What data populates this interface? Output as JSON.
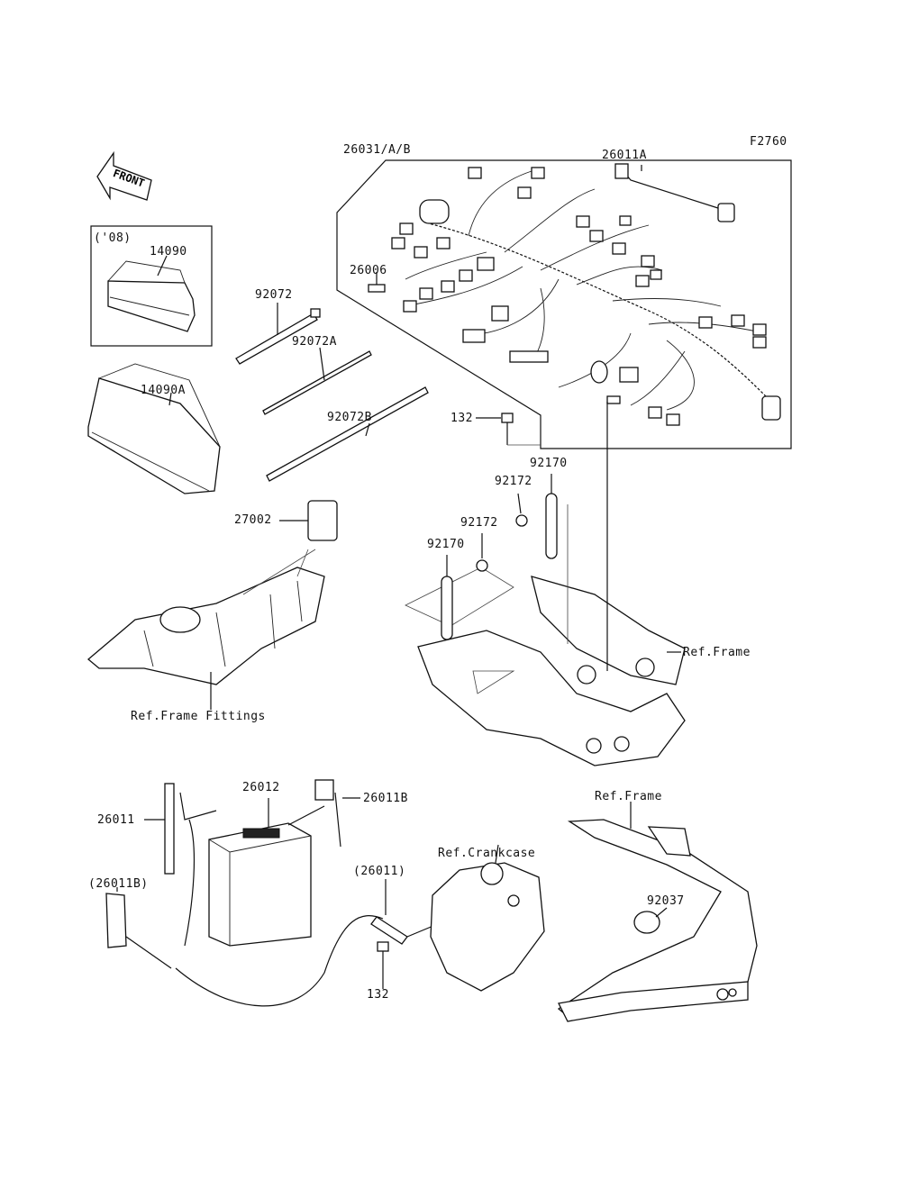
{
  "figure_code": "F2760",
  "front_arrow_text": "FRONT",
  "callouts": {
    "harness": "26031/A/B",
    "lead_26011A": "26011A",
    "year_note": "('08)",
    "cover_14090": "14090",
    "cover_14090A": "14090A",
    "band_92072": "92072",
    "band_92072A": "92072A",
    "band_92072B": "92072B",
    "fuse_26006": "26006",
    "bolt_132_top": "132",
    "strap_92170_right": "92170",
    "clamp_92172_upper": "92172",
    "clamp_92172_lower": "92172",
    "strap_92170_left": "92170",
    "relay_27002": "27002",
    "ref_frame_right": "Ref.Frame",
    "ref_frame_fittings": "Ref.Frame Fittings",
    "battery_26012": "26012",
    "lead_26011": "26011",
    "lead_26011B": "26011B",
    "lead_26011_paren": "(26011)",
    "lead_26011B_paren": "(26011B)",
    "ref_crankcase": "Ref.Crankcase",
    "ref_frame_bottom": "Ref.Frame",
    "clamp_92037": "92037",
    "bolt_132_bottom": "132"
  }
}
